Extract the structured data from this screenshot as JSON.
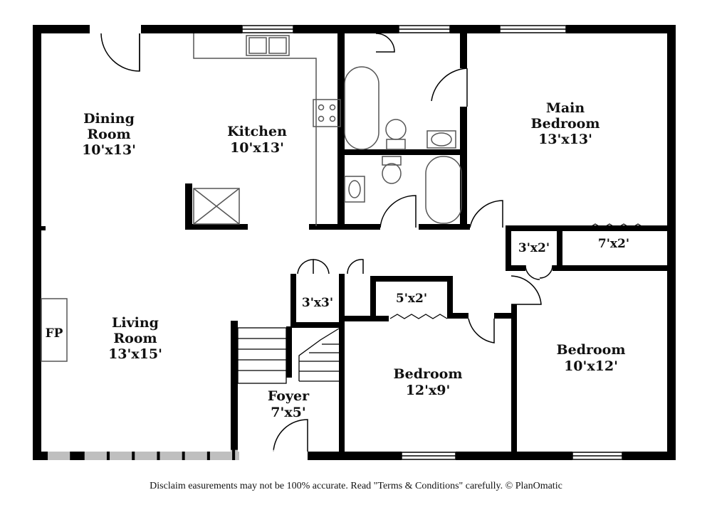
{
  "rooms": {
    "dining": {
      "name_line1": "Dining",
      "name_line2": "Room",
      "size": "10'x13'"
    },
    "kitchen": {
      "name": "Kitchen",
      "size": "10'x13'"
    },
    "main_bedroom": {
      "name_line1": "Main",
      "name_line2": "Bedroom",
      "size": "13'x13'"
    },
    "living": {
      "name_line1": "Living",
      "name_line2": "Room",
      "size": "13'x15'"
    },
    "fireplace": {
      "label": "FP"
    },
    "closet_a": {
      "size": "3'x2'"
    },
    "closet_b": {
      "size": "7'x2'"
    },
    "closet_c": {
      "size": "3'x3'"
    },
    "closet_d": {
      "size": "5'x2'"
    },
    "bedroom_center": {
      "name": "Bedroom",
      "size": "12'x9'"
    },
    "bedroom_right": {
      "name": "Bedroom",
      "size": "10'x12'"
    },
    "foyer": {
      "name": "Foyer",
      "size": "7'x5'"
    }
  },
  "disclaimer": "Disclaim      easurements may not be 100% accurate. Read \"Terms & Conditions\" carefully. © PlanOmatic",
  "colors": {
    "wall": "#000000",
    "fixture": "#555555",
    "background": "#ffffff"
  }
}
